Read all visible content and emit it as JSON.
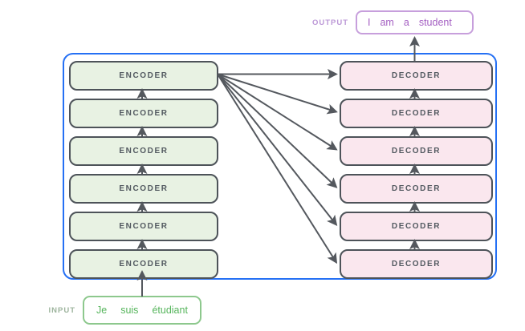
{
  "diagram": {
    "title": "transformer-encoder-decoder-stack",
    "input": {
      "label": "INPUT",
      "words": [
        "Je",
        "suis",
        "étudiant"
      ]
    },
    "output": {
      "label": "OUTPUT",
      "words": [
        "I",
        "am",
        "a",
        "student"
      ]
    },
    "encoders": [
      {
        "label": "ENCODER"
      },
      {
        "label": "ENCODER"
      },
      {
        "label": "ENCODER"
      },
      {
        "label": "ENCODER"
      },
      {
        "label": "ENCODER"
      },
      {
        "label": "ENCODER"
      }
    ],
    "decoders": [
      {
        "label": "DECODER"
      },
      {
        "label": "DECODER"
      },
      {
        "label": "DECODER"
      },
      {
        "label": "DECODER"
      },
      {
        "label": "DECODER"
      },
      {
        "label": "DECODER"
      }
    ],
    "colors": {
      "container_border": "#2570f4",
      "encoder_fill": "#e8f2e3",
      "decoder_fill": "#fae7ee",
      "block_border": "#4d5359",
      "block_text": "#525960",
      "arrow": "#54585e",
      "input_border": "#8dc88d",
      "input_text": "#56b55c",
      "input_label": "#9db49d",
      "output_border": "#c79fdc",
      "output_text": "#a45fc2",
      "output_label": "#bb97d6"
    }
  }
}
